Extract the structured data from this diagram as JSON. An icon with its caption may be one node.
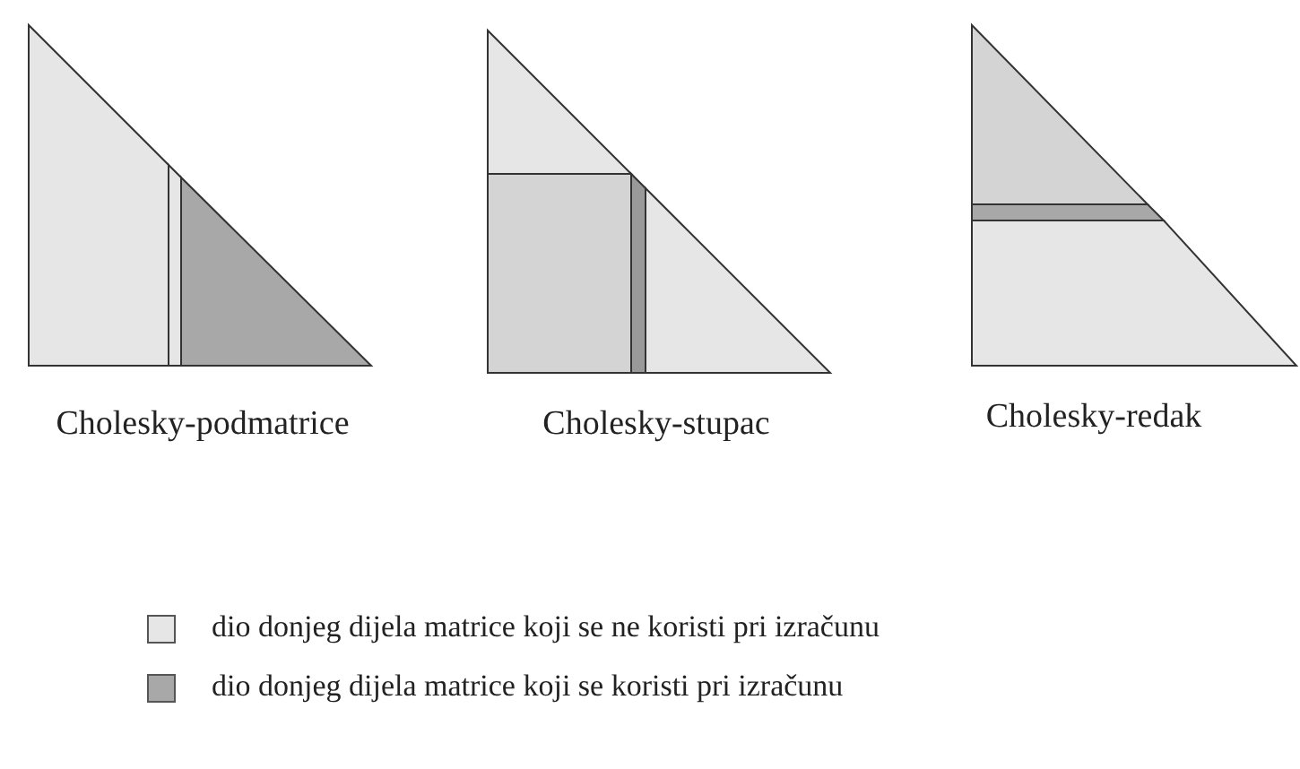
{
  "diagram": {
    "labels": [
      "Cholesky-podmatrice",
      "Cholesky-stupac",
      "Cholesky-redak"
    ],
    "legend": [
      {
        "text": "dio donjeg dijela matrice koji se ne koristi pri izračunu",
        "color": "#e6e6e6"
      },
      {
        "text": "dio donjeg dijela matrice koji se koristi pri izračunu",
        "color": "#a8a8a8"
      }
    ]
  }
}
